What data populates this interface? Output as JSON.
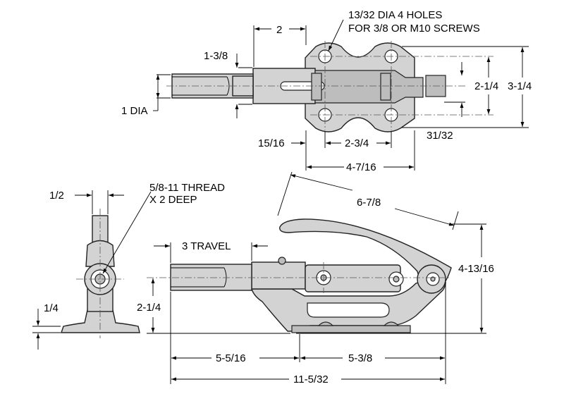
{
  "dimensions": {
    "top_width_2": "2",
    "holes_note_line1": "13/32 DIA 4 HOLES",
    "holes_note_line2": "FOR 3/8 OR M10 SCREWS",
    "head_dia": "1-3/8",
    "plunger_dia": "1 DIA",
    "hole_spacing_v": "2-1/4",
    "base_width": "3-1/4",
    "offset_15_16": "15/16",
    "hole_spacing_h": "2-3/4",
    "offset_31_32": "31/32",
    "base_length": "4-7/16",
    "side_width": "1/2",
    "thread_line1": "5/8-11 THREAD",
    "thread_line2": "X 2 DEEP",
    "base_thickness": "1/4",
    "handle_length": "6-7/8",
    "travel": "3 TRAVEL",
    "overall_height": "4-13/16",
    "center_height": "2-1/4",
    "front_length": "5-5/16",
    "rear_length": "5-3/8",
    "overall_length": "11-5/32"
  }
}
